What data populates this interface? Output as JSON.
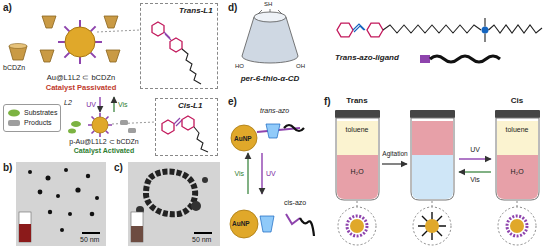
{
  "diagram": {
    "nodes": [
      {
        "text": [
          "Au@L1L2 ⊂ bCDZn",
          "Catalyst Passivated"
        ]
      },
      {
        "text": [
          "Trans-L1"
        ]
      },
      {
        "text": [
          "p-Au@L1L2 ⊂ bCDZn",
          "Catalyst Activated"
        ]
      },
      {
        "text": [
          "Cis-L1"
        ]
      },
      {
        "text": [
          "trans-azo",
          "AuNP"
        ]
      },
      {
        "text": [
          "AuNP"
        ]
      },
      {
        "text": [
          "Trans",
          "toluene",
          "H₂O"
        ]
      },
      {
        "text": [
          "Cis",
          "toluene",
          "H₂O"
        ]
      }
    ],
    "edges": [
      {
        "from": 0,
        "to": 2,
        "label": "UV",
        "arrow": "to"
      },
      {
        "from": 2,
        "to": 0,
        "label": "Vis",
        "arrow": "to"
      },
      {
        "from": 5,
        "to": 4,
        "label": "Vis",
        "arrow": "to"
      },
      {
        "from": 4,
        "to": 5,
        "label": "UV",
        "arrow": "to"
      }
    ],
    "labels": [
      "a)",
      "bCDZn",
      "L2",
      "b)",
      "50 nm",
      "c)",
      "50 nm",
      "d)",
      "SH",
      "HO",
      "OH",
      "per-6-thio-α-CD",
      "Trans-azo-ligand",
      "e)",
      "cis-azo",
      "f)",
      "Agitation",
      "UV",
      "Vis"
    ],
    "legend": [
      {
        "text": "Substrates"
      },
      {
        "text": "Products"
      }
    ]
  }
}
